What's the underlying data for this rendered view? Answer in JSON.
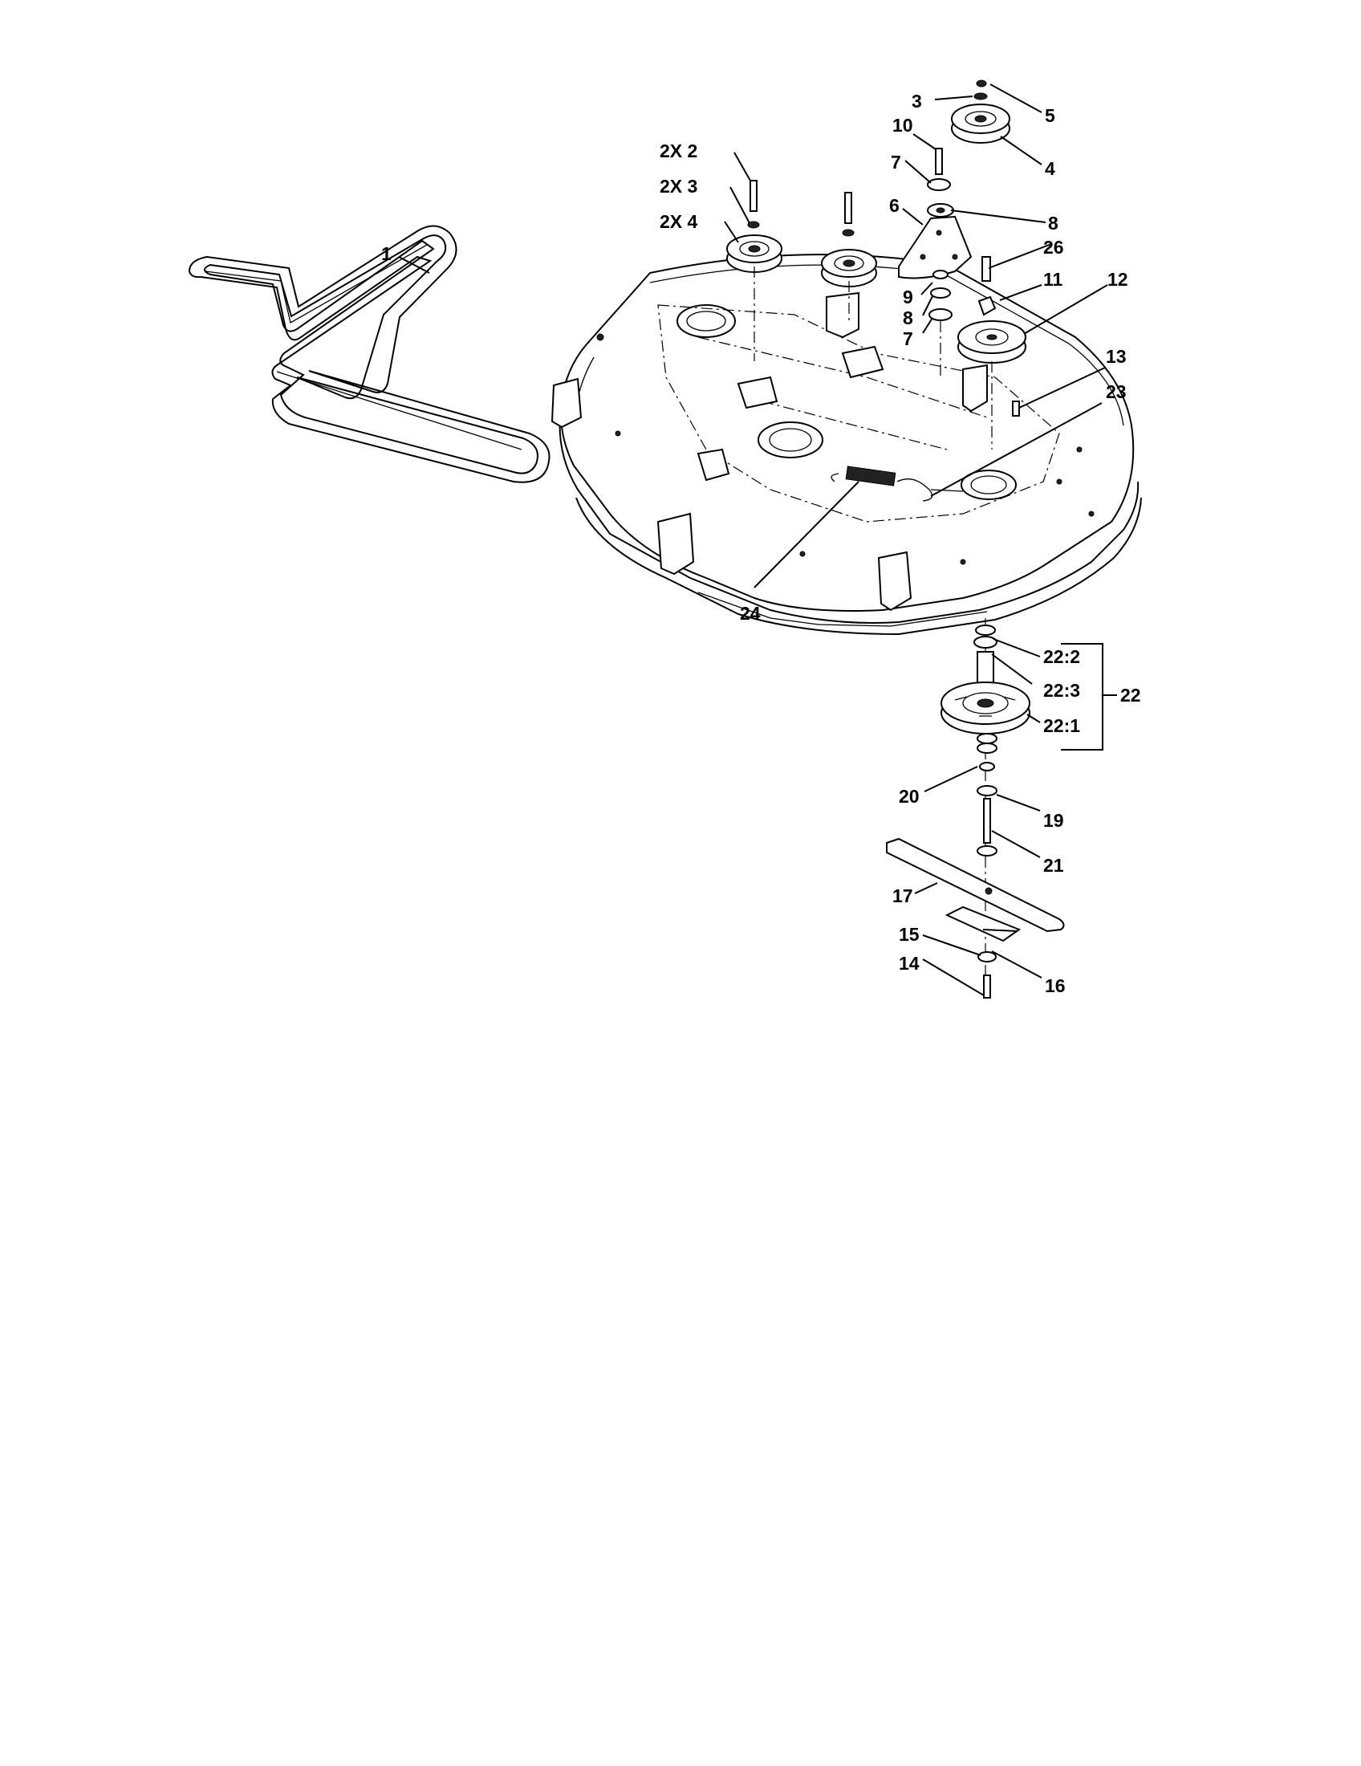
{
  "callouts": {
    "c1": "1",
    "c2x2": "2X 2",
    "c2x3": "2X 3",
    "c2x4": "2X 4",
    "c3": "3",
    "c4": "4",
    "c5": "5",
    "c6": "6",
    "c7a": "7",
    "c7b": "7",
    "c8a": "8",
    "c8b": "8",
    "c9": "9",
    "c10": "10",
    "c11": "11",
    "c12": "12",
    "c13": "13",
    "c14": "14",
    "c15": "15",
    "c16": "16",
    "c17": "17",
    "c19": "19",
    "c20": "20",
    "c21": "21",
    "c22": "22",
    "c22_1": "22:1",
    "c22_2": "22:2",
    "c22_3": "22:3",
    "c23": "23",
    "c24": "24",
    "c26": "26"
  }
}
